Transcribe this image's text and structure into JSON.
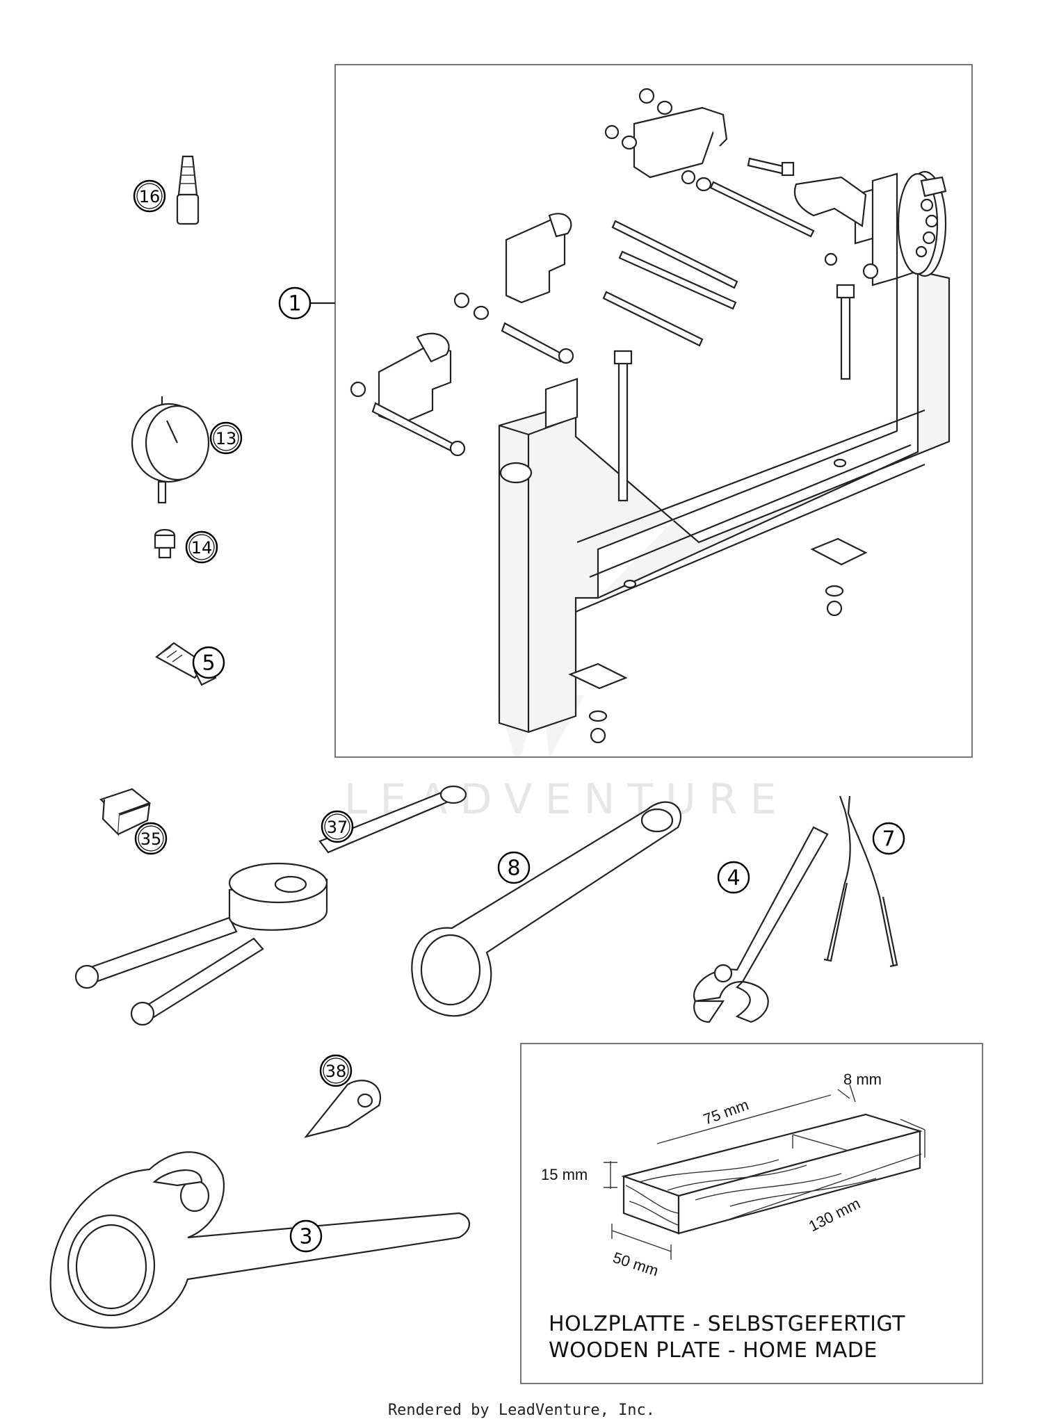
{
  "callouts": {
    "c1": "1",
    "c3": "3",
    "c4": "4",
    "c5": "5",
    "c7": "7",
    "c8": "8",
    "c13": "13",
    "c14": "14",
    "c16": "16",
    "c35": "35",
    "c37": "37",
    "c38": "38"
  },
  "plate": {
    "dim_75": "75 mm",
    "dim_8": "8 mm",
    "dim_15": "15 mm",
    "dim_130": "130 mm",
    "dim_50": "50 mm",
    "note_line1": "HOLZPLATTE - SELBSTGEFERTIGT",
    "note_line2": "WOODEN PLATE - HOME MADE"
  },
  "watermark": "LEADVENTURE",
  "footer": "Rendered by LeadVenture, Inc."
}
